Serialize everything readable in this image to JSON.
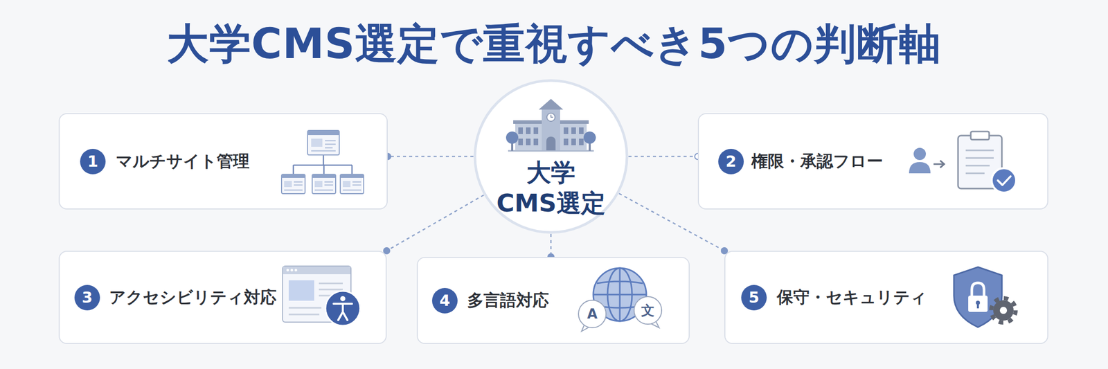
{
  "diagram": {
    "title": "大学CMS選定で重視すべき5つの判断軸",
    "nodes": [
      {
        "text": [
          "マルチサイト管理"
        ]
      },
      {
        "text": [
          "1"
        ],
        "in": 0
      },
      {
        "text": [
          "大学 CMS選定"
        ]
      },
      {
        "text": [
          "権限・承認フロー"
        ]
      },
      {
        "text": [
          "2"
        ],
        "in": 3
      },
      {
        "text": [
          "アクセシビリティ対応"
        ]
      },
      {
        "text": [
          "3"
        ],
        "in": 5
      },
      {
        "text": [
          "多言語対応"
        ]
      },
      {
        "text": [
          "4"
        ],
        "in": 7
      },
      {
        "text": [
          "保守・セキュリティ"
        ]
      },
      {
        "text": [
          "5"
        ],
        "in": 9
      }
    ],
    "edges": [
      {
        "from": 2,
        "to": 0,
        "arrow": "none"
      },
      {
        "from": 2,
        "to": 3,
        "arrow": "none"
      },
      {
        "from": 2,
        "to": 5,
        "arrow": "none"
      },
      {
        "from": 2,
        "to": 7,
        "arrow": "none"
      },
      {
        "from": 2,
        "to": 9,
        "arrow": "none"
      }
    ],
    "labels": [
      "A",
      "文"
    ]
  }
}
